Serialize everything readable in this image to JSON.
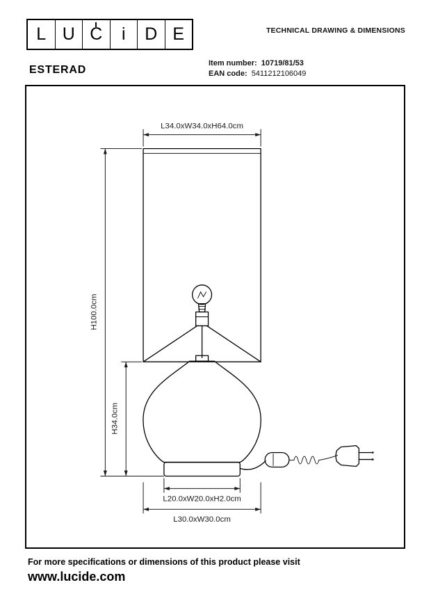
{
  "header": {
    "logo_letters": [
      "L",
      "U",
      "C",
      "i",
      "D",
      "E"
    ],
    "doc_title": "TECHNICAL DRAWING & DIMENSIONS",
    "product_name": "ESTERAD",
    "item_number_label": "Item number:",
    "item_number": "10719/81/53",
    "ean_label": "EAN code:",
    "ean_value": "5411212106049"
  },
  "drawing": {
    "shade_dimensions": "L34.0xW34.0xH64.0cm",
    "total_height": "H100.0cm",
    "base_height": "H34.0cm",
    "foot_dimensions": "L20.0xW20.0xH2.0cm",
    "base_dimensions": "L30.0xW30.0cm"
  },
  "footer": {
    "note": "For more specifications or dimensions of this product please visit",
    "website": "www.lucide.com"
  }
}
